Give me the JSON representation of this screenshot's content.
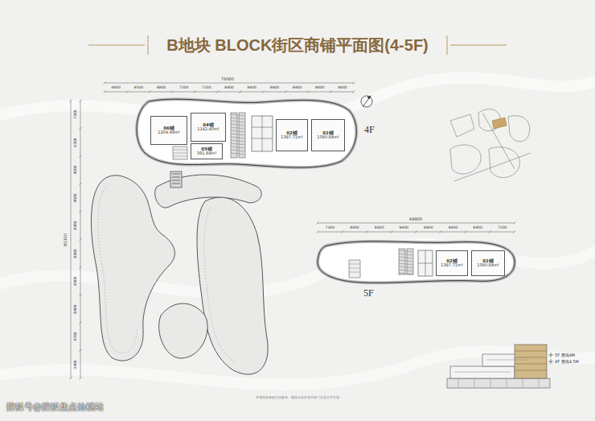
{
  "diagram": {
    "title": "B地块 BLOCK街区商铺平面图(4-5F)",
    "nodes": [
      {
        "text": [
          "4F"
        ]
      },
      {
        "text": [
          "06铺",
          "1204.99m²"
        ],
        "in": 0
      },
      {
        "text": [
          "04铺",
          "1142.40m²"
        ],
        "in": 0
      },
      {
        "text": [
          "05铺",
          "381.84m²"
        ],
        "in": 0
      },
      {
        "text": [
          "02铺",
          "1397.71m²"
        ],
        "in": 0
      },
      {
        "text": [
          "01铺",
          "1580.84m²"
        ],
        "in": 0
      },
      {
        "text": [
          "5F"
        ]
      },
      {
        "text": [
          "02铺",
          "1397.71m²"
        ],
        "in": 6
      },
      {
        "text": [
          "01铺",
          "1580.84m²"
        ],
        "in": 6
      }
    ],
    "labels": [
      "79300",
      "4800",
      "4500",
      "4800",
      "7200",
      "7200",
      "8400",
      "8400",
      "8400",
      "8400",
      "8400",
      "8400",
      "80300",
      "7300",
      "6300",
      "4000",
      "4000",
      "8400",
      "8400",
      "8400",
      "8400",
      "4700",
      "3400",
      "64800",
      "7300",
      "8400",
      "8400",
      "8400",
      "8400",
      "8400",
      "8400",
      "7200",
      "5F 层高4M",
      "4F 层高4.5M",
      "本项目效果图仅供参考，最终以政府相关部门批准文件为准",
      "搜狐号@搜狐焦点仙桃站"
    ]
  }
}
